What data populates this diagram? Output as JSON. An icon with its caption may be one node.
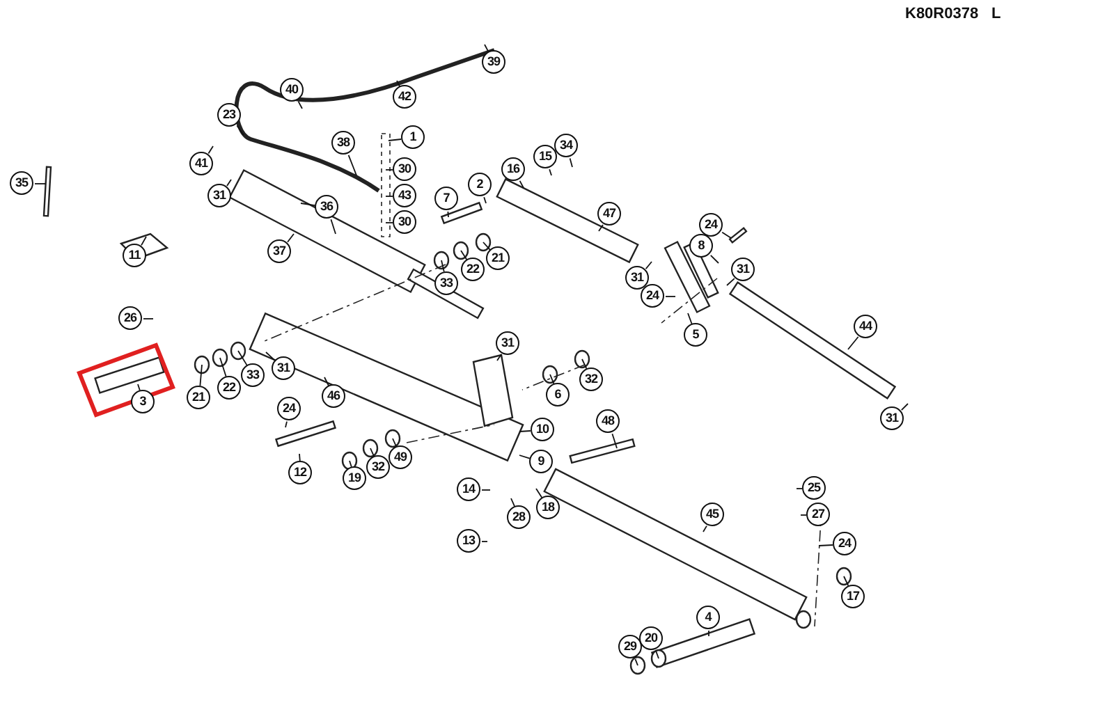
{
  "diagram": {
    "nodes": [
      {
        "text": [
          "35"
        ]
      },
      {
        "text": [
          "11"
        ]
      },
      {
        "text": [
          "23"
        ]
      },
      {
        "text": [
          "40"
        ]
      },
      {
        "text": [
          "42"
        ]
      },
      {
        "text": [
          "39"
        ]
      },
      {
        "text": [
          "41"
        ]
      },
      {
        "text": [
          "38"
        ]
      },
      {
        "text": [
          "1"
        ]
      },
      {
        "text": [
          "30"
        ]
      },
      {
        "text": [
          "43"
        ]
      },
      {
        "text": [
          "30"
        ]
      },
      {
        "text": [
          "31"
        ]
      },
      {
        "text": [
          "36"
        ]
      },
      {
        "text": [
          "37"
        ]
      },
      {
        "text": [
          "33"
        ]
      },
      {
        "text": [
          "22"
        ]
      },
      {
        "text": [
          "21"
        ]
      },
      {
        "text": [
          "7"
        ]
      },
      {
        "text": [
          "2"
        ]
      },
      {
        "text": [
          "16"
        ]
      },
      {
        "text": [
          "15"
        ]
      },
      {
        "text": [
          "34"
        ]
      },
      {
        "text": [
          "47"
        ]
      },
      {
        "text": [
          "31"
        ]
      },
      {
        "text": [
          "24"
        ]
      },
      {
        "text": [
          "8"
        ]
      },
      {
        "text": [
          "31"
        ]
      },
      {
        "text": [
          "24"
        ]
      },
      {
        "text": [
          "5"
        ]
      },
      {
        "text": [
          "44"
        ]
      },
      {
        "text": [
          "31"
        ]
      },
      {
        "text": [
          "26"
        ]
      },
      {
        "text": [
          "3"
        ]
      },
      {
        "text": [
          "21"
        ]
      },
      {
        "text": [
          "22"
        ]
      },
      {
        "text": [
          "33"
        ]
      },
      {
        "text": [
          "31"
        ]
      },
      {
        "text": [
          "46"
        ]
      },
      {
        "text": [
          "31"
        ]
      },
      {
        "text": [
          "6"
        ]
      },
      {
        "text": [
          "32"
        ]
      },
      {
        "text": [
          "24"
        ]
      },
      {
        "text": [
          "12"
        ]
      },
      {
        "text": [
          "19"
        ]
      },
      {
        "text": [
          "32"
        ]
      },
      {
        "text": [
          "49"
        ]
      },
      {
        "text": [
          "10"
        ]
      },
      {
        "text": [
          "9"
        ]
      },
      {
        "text": [
          "14"
        ]
      },
      {
        "text": [
          "28"
        ]
      },
      {
        "text": [
          "18"
        ]
      },
      {
        "text": [
          "13"
        ]
      },
      {
        "text": [
          "48"
        ]
      },
      {
        "text": [
          "45"
        ]
      },
      {
        "text": [
          "25"
        ]
      },
      {
        "text": [
          "27"
        ]
      },
      {
        "text": [
          "24"
        ]
      },
      {
        "text": [
          "17"
        ]
      },
      {
        "text": [
          "4"
        ]
      },
      {
        "text": [
          "29"
        ]
      },
      {
        "text": [
          "20"
        ]
      }
    ],
    "edges": [
      {
        "from": 0,
        "to": null,
        "arrow": "none"
      },
      {
        "from": 1,
        "to": null,
        "arrow": "none"
      },
      {
        "from": 2,
        "to": null,
        "arrow": "none"
      },
      {
        "from": 3,
        "to": null,
        "arrow": "none"
      },
      {
        "from": 4,
        "to": null,
        "arrow": "none"
      },
      {
        "from": 5,
        "to": null,
        "arrow": "none"
      },
      {
        "from": 6,
        "to": null,
        "arrow": "none"
      },
      {
        "from": 7,
        "to": null,
        "arrow": "none"
      },
      {
        "from": 8,
        "to": null,
        "arrow": "none"
      },
      {
        "from": 9,
        "to": null,
        "arrow": "none"
      },
      {
        "from": 10,
        "to": null,
        "arrow": "none"
      },
      {
        "from": 11,
        "to": null,
        "arrow": "none"
      },
      {
        "from": 12,
        "to": null,
        "arrow": "none"
      },
      {
        "from": 13,
        "to": null,
        "arrow": "none"
      },
      {
        "from": 13,
        "to": null,
        "arrow": "none"
      },
      {
        "from": 14,
        "to": null,
        "arrow": "none"
      },
      {
        "from": 15,
        "to": null,
        "arrow": "none"
      },
      {
        "from": 16,
        "to": null,
        "arrow": "none"
      },
      {
        "from": 17,
        "to": null,
        "arrow": "none"
      },
      {
        "from": 18,
        "to": null,
        "arrow": "none"
      },
      {
        "from": 19,
        "to": null,
        "arrow": "none"
      },
      {
        "from": 20,
        "to": null,
        "arrow": "none"
      },
      {
        "from": 21,
        "to": null,
        "arrow": "none"
      },
      {
        "from": 22,
        "to": null,
        "arrow": "none"
      },
      {
        "from": 23,
        "to": null,
        "arrow": "none"
      },
      {
        "from": 24,
        "to": null,
        "arrow": "none"
      },
      {
        "from": 25,
        "to": null,
        "arrow": "none"
      },
      {
        "from": 26,
        "to": null,
        "arrow": "none"
      },
      {
        "from": 27,
        "to": null,
        "arrow": "none"
      },
      {
        "from": 28,
        "to": null,
        "arrow": "none"
      },
      {
        "from": 29,
        "to": null,
        "arrow": "none"
      },
      {
        "from": 30,
        "to": null,
        "arrow": "none"
      },
      {
        "from": 31,
        "to": null,
        "arrow": "none"
      },
      {
        "from": 32,
        "to": null,
        "arrow": "none"
      },
      {
        "from": 33,
        "to": null,
        "arrow": "none"
      },
      {
        "from": 34,
        "to": null,
        "arrow": "none"
      },
      {
        "from": 35,
        "to": null,
        "arrow": "none"
      },
      {
        "from": 36,
        "to": null,
        "arrow": "none"
      },
      {
        "from": 37,
        "to": null,
        "arrow": "none"
      },
      {
        "from": 38,
        "to": null,
        "arrow": "none"
      },
      {
        "from": 39,
        "to": null,
        "arrow": "none"
      },
      {
        "from": 40,
        "to": null,
        "arrow": "none"
      },
      {
        "from": 41,
        "to": null,
        "arrow": "none"
      },
      {
        "from": 42,
        "to": null,
        "arrow": "none"
      },
      {
        "from": 43,
        "to": null,
        "arrow": "none"
      },
      {
        "from": 44,
        "to": null,
        "arrow": "none"
      },
      {
        "from": 45,
        "to": null,
        "arrow": "none"
      },
      {
        "from": 46,
        "to": null,
        "arrow": "none"
      },
      {
        "from": 47,
        "to": null,
        "arrow": "none"
      },
      {
        "from": 48,
        "to": null,
        "arrow": "none"
      },
      {
        "from": 49,
        "to": null,
        "arrow": "none"
      },
      {
        "from": 50,
        "to": null,
        "arrow": "none"
      },
      {
        "from": 51,
        "to": null,
        "arrow": "none"
      },
      {
        "from": 52,
        "to": null,
        "arrow": "none"
      },
      {
        "from": 53,
        "to": null,
        "arrow": "none"
      },
      {
        "from": 54,
        "to": null,
        "arrow": "none"
      },
      {
        "from": 55,
        "to": null,
        "arrow": "none"
      },
      {
        "from": 56,
        "to": null,
        "arrow": "none"
      },
      {
        "from": 57,
        "to": null,
        "arrow": "none"
      },
      {
        "from": 58,
        "to": null,
        "arrow": "none"
      },
      {
        "from": 59,
        "to": null,
        "arrow": "none"
      },
      {
        "from": 60,
        "to": null,
        "arrow": "none"
      },
      {
        "from": 61,
        "to": null,
        "arrow": "none"
      }
    ],
    "labels": [
      "K80R0378",
      "L"
    ]
  }
}
